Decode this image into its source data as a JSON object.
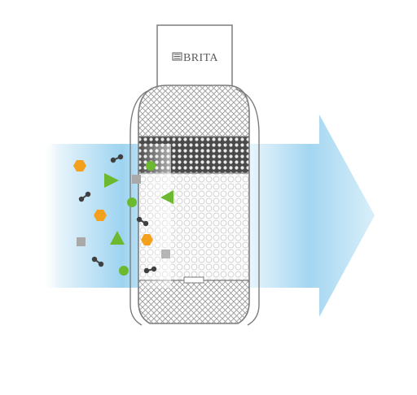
{
  "brand": {
    "name": "BRITA",
    "logo": "brita-logo-icon"
  },
  "colors": {
    "flow_light": "#eaf5fc",
    "flow_dark": "#8fcdee",
    "outline": "#7d7d7d",
    "mesh": "#9a9a9a",
    "dense_mesh": "#4a4a4a",
    "granule": "#d6d6d6",
    "orange": "#f3a01d",
    "green": "#6cb82e",
    "gray_square": "#a9a9a9",
    "dark_molecule": "#3f3f3f"
  },
  "particles": [
    {
      "kind": "hexagon",
      "name": "orange-hexagon-icon"
    },
    {
      "kind": "molecule",
      "name": "dark-molecule-icon"
    },
    {
      "kind": "triangle",
      "name": "green-triangle-icon"
    },
    {
      "kind": "square",
      "name": "gray-square-icon"
    },
    {
      "kind": "circle",
      "name": "green-circle-icon"
    }
  ]
}
